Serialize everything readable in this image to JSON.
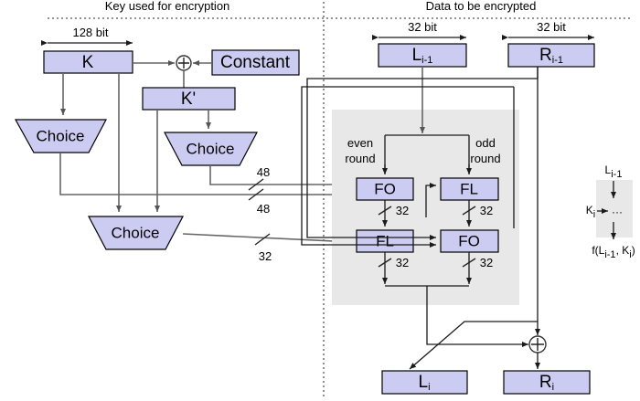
{
  "diagram": {
    "title_left": "Key used for encryption",
    "title_right": "Data to be encrypted",
    "key_side": {
      "width_label": "128 bit",
      "k_box": "K",
      "constant_box": "Constant",
      "kprime_box": "K'",
      "xor_symbol": "⊕",
      "choice_1": "Choice",
      "choice_2": "Choice",
      "choice_3": "Choice",
      "bus_48_a": "48",
      "bus_48_b": "48",
      "bus_32": "32"
    },
    "data_side": {
      "width_label_left": "32 bit",
      "width_label_right": "32 bit",
      "input_left": "L",
      "input_left_sub": "i-1",
      "input_right": "R",
      "input_right_sub": "i-1",
      "even_round_line1": "even",
      "even_round_line2": "round",
      "odd_round_line1": "odd",
      "odd_round_line2": "round",
      "fo_even": "FO",
      "fl_odd": "FL",
      "fl_even": "FL",
      "fo_odd": "FO",
      "w_fo_even": "32",
      "w_fl_odd": "32",
      "w_fl_even": "32",
      "w_fo_odd": "32",
      "xor_symbol": "⊕",
      "output_left": "L",
      "output_left_sub": "i",
      "output_right": "R",
      "output_right_sub": "i"
    },
    "legend": {
      "input_label": "L",
      "input_sub": "i-1",
      "key_label": "K",
      "key_sub": "i",
      "body": "···",
      "result_prefix": "f(L",
      "result_sub1": "i-1",
      "result_mid": ", K",
      "result_sub2": "i",
      "result_suffix": ")"
    },
    "colors": {
      "box_fill": "#ccccf2",
      "box_stroke": "#000000",
      "zone_fill": "#e8e8e8",
      "wire": "#666666",
      "separator": "#555555"
    }
  }
}
